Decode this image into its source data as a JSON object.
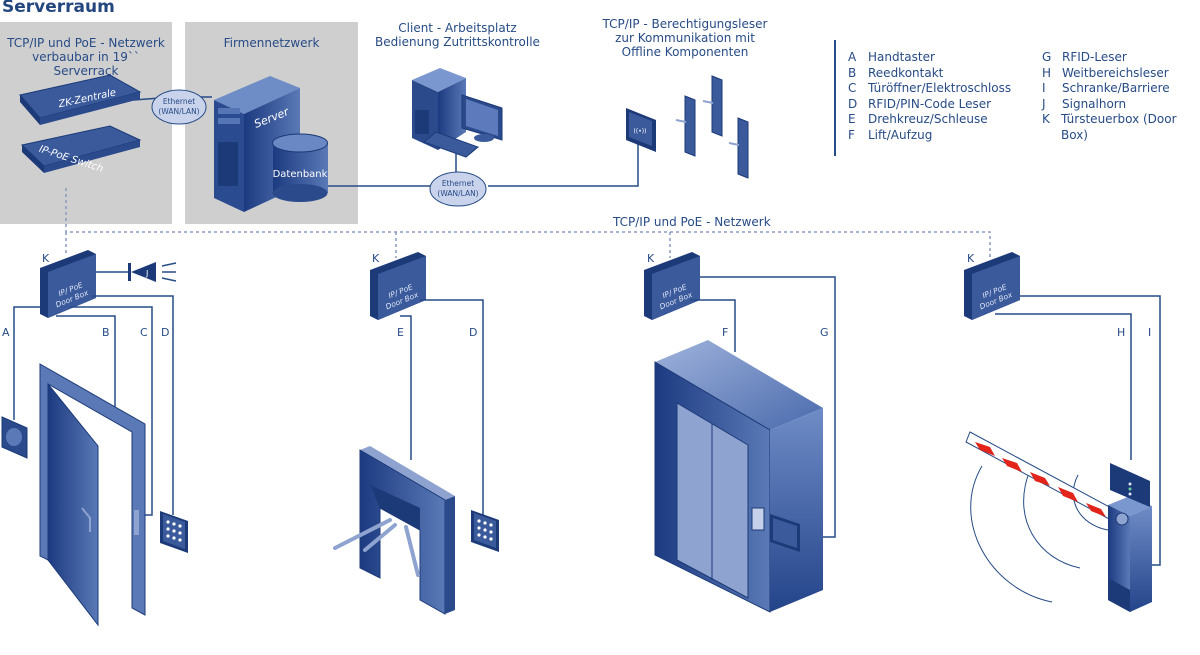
{
  "title": "Serverraum",
  "panels": {
    "rack": {
      "line1": "TCP/IP und PoE - Netzwerk",
      "line2": "verbaubar in 19`` Serverrack"
    },
    "company": {
      "line1": "Firmennetzwerk"
    }
  },
  "devices": {
    "zk_zentrale": "ZK-Zentrale",
    "switch": "IP-PoE Switch",
    "server": "Server",
    "database": "Datenbank",
    "ethernet_top": {
      "line1": "Ethernet",
      "line2": "(WAN/LAN)"
    },
    "ethernet_bottom": {
      "line1": "Ethernet",
      "line2": "(WAN/LAN)"
    },
    "door_box": {
      "line1": "IP/ PoE",
      "line2": "Door Box"
    }
  },
  "client": {
    "line1": "Client - Arbeitsplatz",
    "line2": "Bedienung Zutrittskontrolle"
  },
  "reader": {
    "line1": "TCP/IP - Berechtigungsleser",
    "line2": "zur Kommunikation mit",
    "line3": "Offline Komponenten"
  },
  "network_label": "TCP/IP und PoE - Netzwerk",
  "legend": {
    "col1": [
      {
        "key": "A",
        "label": "Handtaster"
      },
      {
        "key": "B",
        "label": "Reedkontakt"
      },
      {
        "key": "C",
        "label": "Türöffner/Elektroschloss"
      },
      {
        "key": "D",
        "label": "RFID/PIN-Code Leser"
      },
      {
        "key": "E",
        "label": "Drehkreuz/Schleuse"
      },
      {
        "key": "F",
        "label": "Lift/Aufzug"
      }
    ],
    "col2": [
      {
        "key": "G",
        "label": "RFID-Leser"
      },
      {
        "key": "H",
        "label": "Weitbereichsleser"
      },
      {
        "key": "I",
        "label": "Schranke/Barriere"
      },
      {
        "key": "J",
        "label": "Signalhorn"
      },
      {
        "key": "K",
        "label": "Türsteuerbox (Door Box)"
      }
    ]
  },
  "wire_labels": {
    "group1": {
      "k": "K",
      "a": "A",
      "b": "B",
      "c": "C",
      "d": "D",
      "j": "J"
    },
    "group2": {
      "k": "K",
      "e": "E",
      "d": "D"
    },
    "group3": {
      "k": "K",
      "f": "F",
      "g": "G"
    },
    "group4": {
      "k": "K",
      "h": "H",
      "i": "I"
    }
  },
  "colors": {
    "primary": "#274b86",
    "dark": "#1c3a78",
    "panel": "#cfcfcf",
    "barrier_red": "#e3241b"
  }
}
